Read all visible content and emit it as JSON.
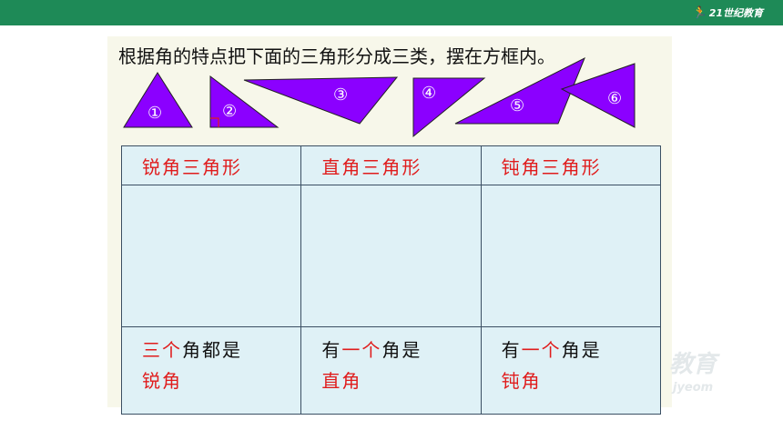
{
  "header": {
    "logo_text": "21世纪教育",
    "logo_icon": "runner-icon",
    "bar_color": "#1e8a57"
  },
  "instruction": "根据角的特点把下面的三角形分成三类，摆在方框内。",
  "triangles": [
    {
      "label": "①"
    },
    {
      "label": "②"
    },
    {
      "label": "③"
    },
    {
      "label": "④"
    },
    {
      "label": "⑤"
    },
    {
      "label": "⑥"
    }
  ],
  "triangle_color": "#8b00ff",
  "table": {
    "columns": [
      {
        "header": "锐角三角形",
        "desc_red_1": "三个",
        "desc_black_1": "角都是",
        "desc_red_2": "锐角"
      },
      {
        "header": "直角三角形",
        "desc_black_0": "有",
        "desc_red_1": "一个",
        "desc_black_1": "角是",
        "desc_red_2": "直角"
      },
      {
        "header": "钝角三角形",
        "desc_black_0": "有",
        "desc_red_1": "一个",
        "desc_black_1": "角是",
        "desc_red_2": "钝角"
      }
    ]
  },
  "accent_red": "#e01c1c",
  "watermark": {
    "line1": "教育",
    "line2": "jyeom"
  }
}
